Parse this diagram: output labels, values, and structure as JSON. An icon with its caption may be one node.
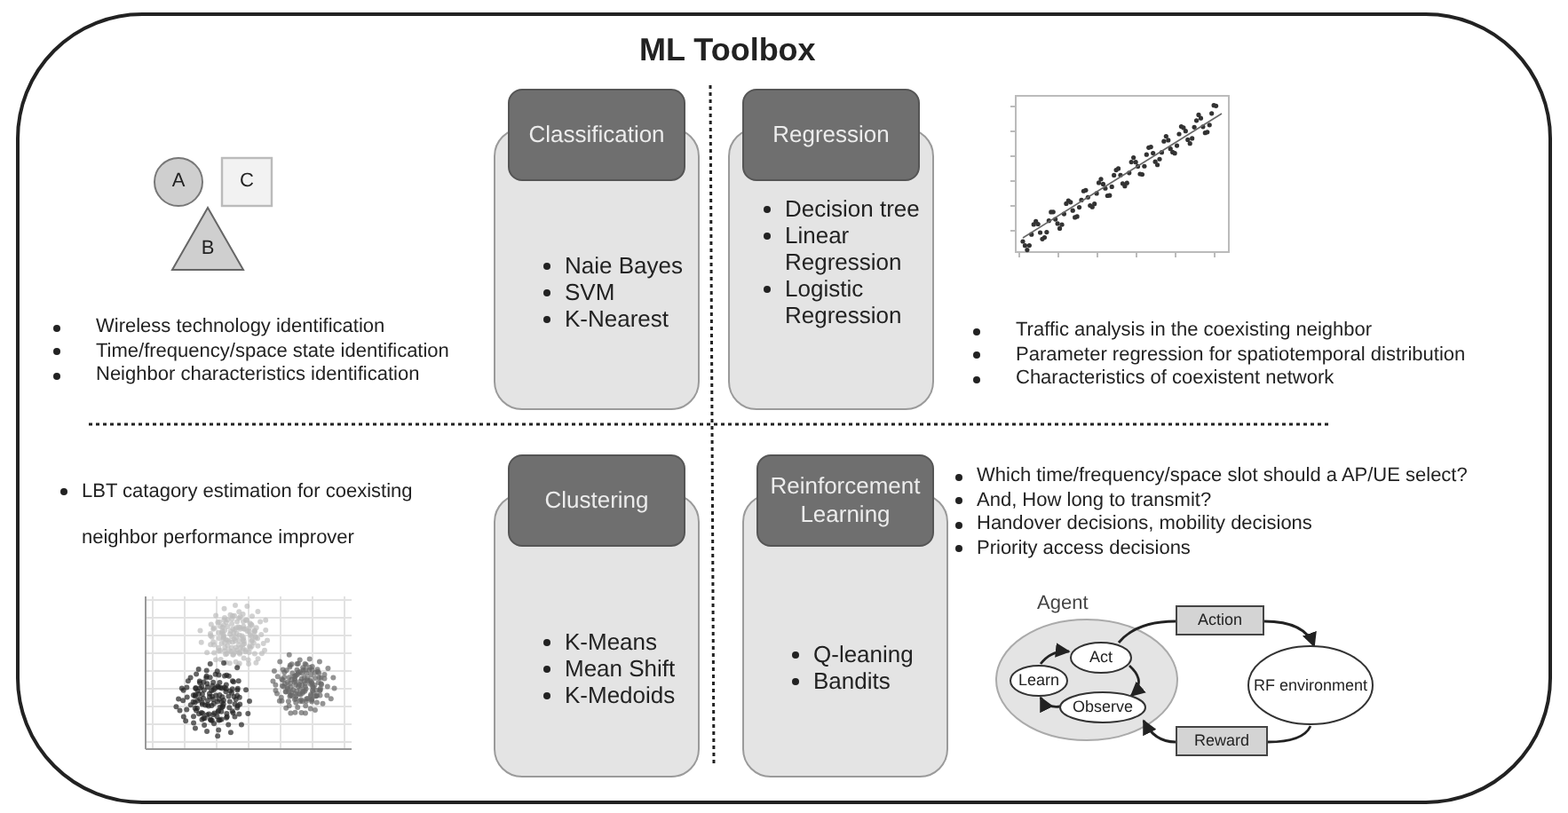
{
  "diagram": {
    "title": "ML Toolbox",
    "nodes": [
      {
        "text": [
          "A"
        ]
      },
      {
        "text": [
          "C"
        ]
      },
      {
        "text": [
          "B"
        ]
      },
      {
        "text": [
          "Classification",
          "Naie Bayes",
          "SVM",
          "K-Nearest"
        ]
      },
      {
        "text": [
          "Regression",
          "Decision tree",
          "Linear Regression",
          "Logistic Regression"
        ]
      },
      {
        "text": [
          "Clustering",
          "K-Means",
          "Mean Shift",
          "K-Medoids"
        ]
      },
      {
        "text": [
          "Reinforcement Learning",
          "Q-leaning",
          "Bandits"
        ]
      },
      {
        "text": [
          "Agent"
        ]
      },
      {
        "text": [
          "Act"
        ],
        "in": 7
      },
      {
        "text": [
          "Learn"
        ],
        "in": 7
      },
      {
        "text": [
          "Observe"
        ],
        "in": 7
      },
      {
        "text": [
          "Action"
        ]
      },
      {
        "text": [
          "RF environment"
        ]
      },
      {
        "text": [
          "Reward"
        ]
      }
    ],
    "edges": [
      {
        "from": 8,
        "to": 10,
        "arrow": "to"
      },
      {
        "from": 10,
        "to": 9,
        "arrow": "to"
      },
      {
        "from": 9,
        "to": 8,
        "arrow": "to"
      },
      {
        "from": 8,
        "to": 11,
        "arrow": "none"
      },
      {
        "from": 11,
        "to": 12,
        "arrow": "to"
      },
      {
        "from": 12,
        "to": 13,
        "arrow": "none"
      },
      {
        "from": 13,
        "to": 10,
        "arrow": "to"
      }
    ],
    "labels": [
      "Wireless technology identification",
      "Time/frequency/space state identification",
      "Neighbor characteristics identification",
      "Traffic analysis in the coexisting neighbor",
      "Parameter regression for spatiotemporal distribution",
      "Characteristics of coexistent network",
      "LBT catagory estimation for coexisting neighbor performance improver",
      "Which time/frequency/space slot should a AP/UE select?",
      "And, How long to transmit?",
      "Handover decisions, mobility decisions",
      "Priority access decisions"
    ]
  }
}
